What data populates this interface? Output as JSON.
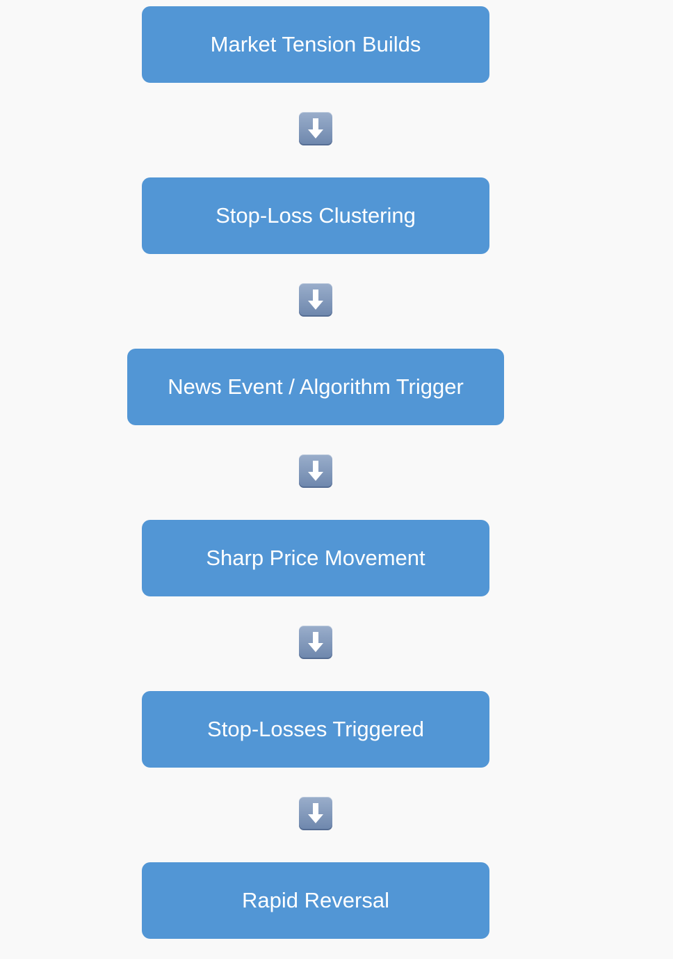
{
  "flowchart": {
    "steps": [
      {
        "label": "Market Tension Builds"
      },
      {
        "label": "Stop-Loss Clustering"
      },
      {
        "label": "News Event / Algorithm Trigger"
      },
      {
        "label": "Sharp Price Movement"
      },
      {
        "label": "Stop-Losses Triggered"
      },
      {
        "label": "Rapid Reversal"
      }
    ],
    "connector_icon": "down-arrow-icon"
  },
  "colors": {
    "background": "#f9f9f9",
    "step_fill": "#5296d5",
    "step_text": "#ffffff",
    "arrow_fill": "#7d93b6"
  }
}
